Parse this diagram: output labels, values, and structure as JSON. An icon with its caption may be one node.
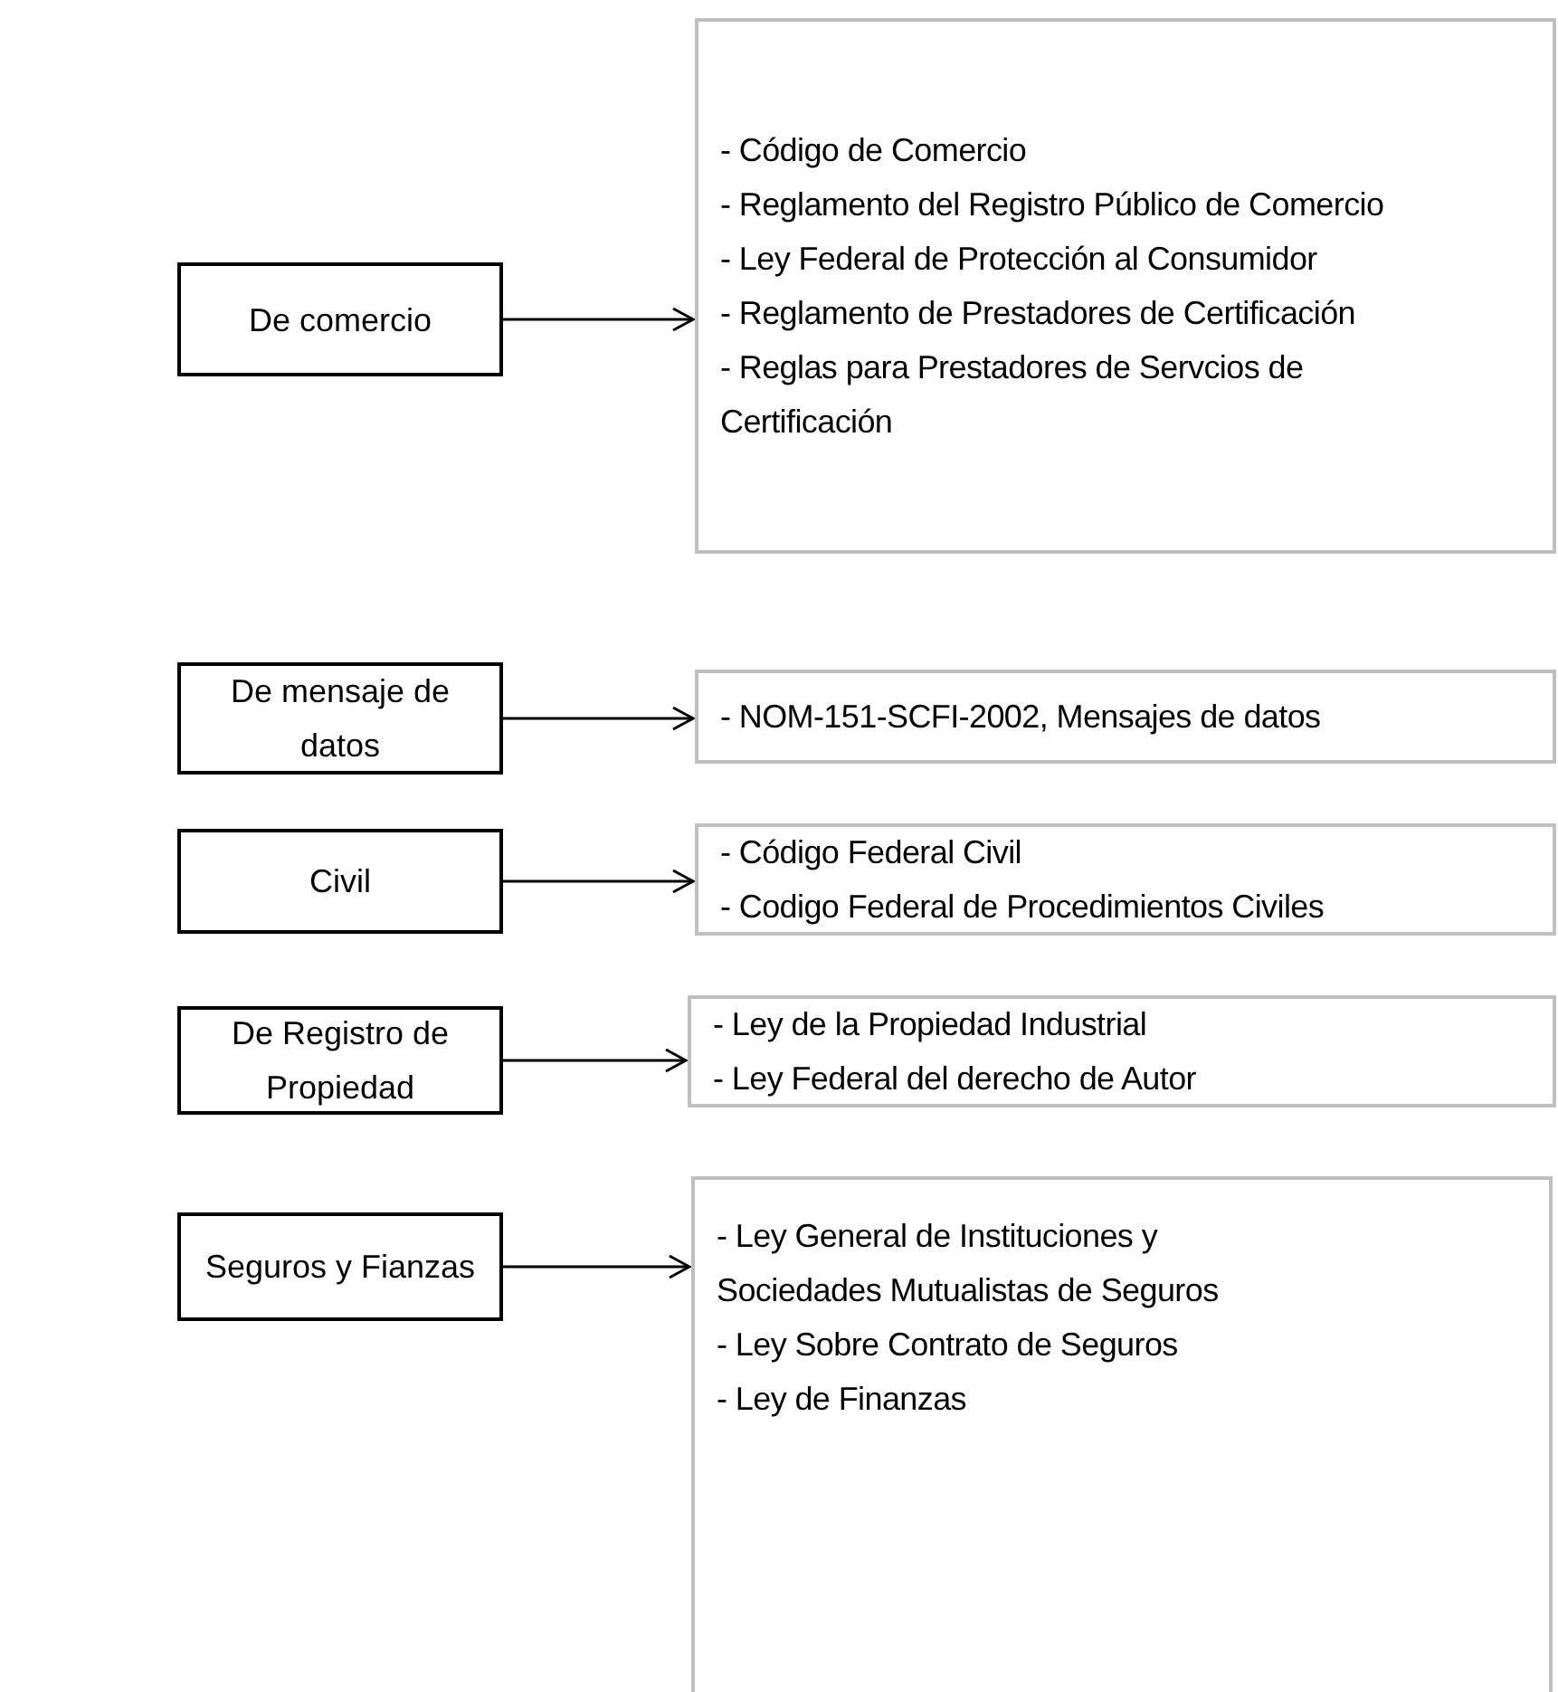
{
  "diagram": {
    "nodes": [
      {
        "text": [
          "De comercio"
        ]
      },
      {
        "text": [
          "- Código  de Comercio",
          "- Reglamento del Registro Público de Comercio",
          "-  Ley Federal de Protección al Consumidor",
          "-  Reglamento de Prestadores de Certificación",
          "- Reglas para Prestadores de Servcios de Certificación"
        ]
      },
      {
        "text": [
          "De mensaje de datos"
        ]
      },
      {
        "text": [
          "-  NOM-151-SCFI-2002, Mensajes de datos"
        ]
      },
      {
        "text": [
          "Civil"
        ]
      },
      {
        "text": [
          "-  Código Federal Civil",
          "-  Codigo Federal  de Procedimientos Civiles"
        ]
      },
      {
        "text": [
          "De Registro de Propiedad"
        ]
      },
      {
        "text": [
          "- Ley de la Propiedad Industrial",
          "- Ley Federal del derecho de Autor"
        ]
      },
      {
        "text": [
          "Seguros y Fianzas"
        ]
      },
      {
        "text": [
          "- Ley General de Instituciones y Sociedades Mutualistas de Seguros",
          "- Ley Sobre Contrato de Seguros",
          "- Ley de Finanzas"
        ]
      }
    ],
    "edges": [
      {
        "from": 0,
        "to": 1,
        "arrow": "to"
      },
      {
        "from": 2,
        "to": 3,
        "arrow": "to"
      },
      {
        "from": 4,
        "to": 5,
        "arrow": "to"
      },
      {
        "from": 6,
        "to": 7,
        "arrow": "to"
      },
      {
        "from": 8,
        "to": 9,
        "arrow": "to"
      }
    ]
  }
}
